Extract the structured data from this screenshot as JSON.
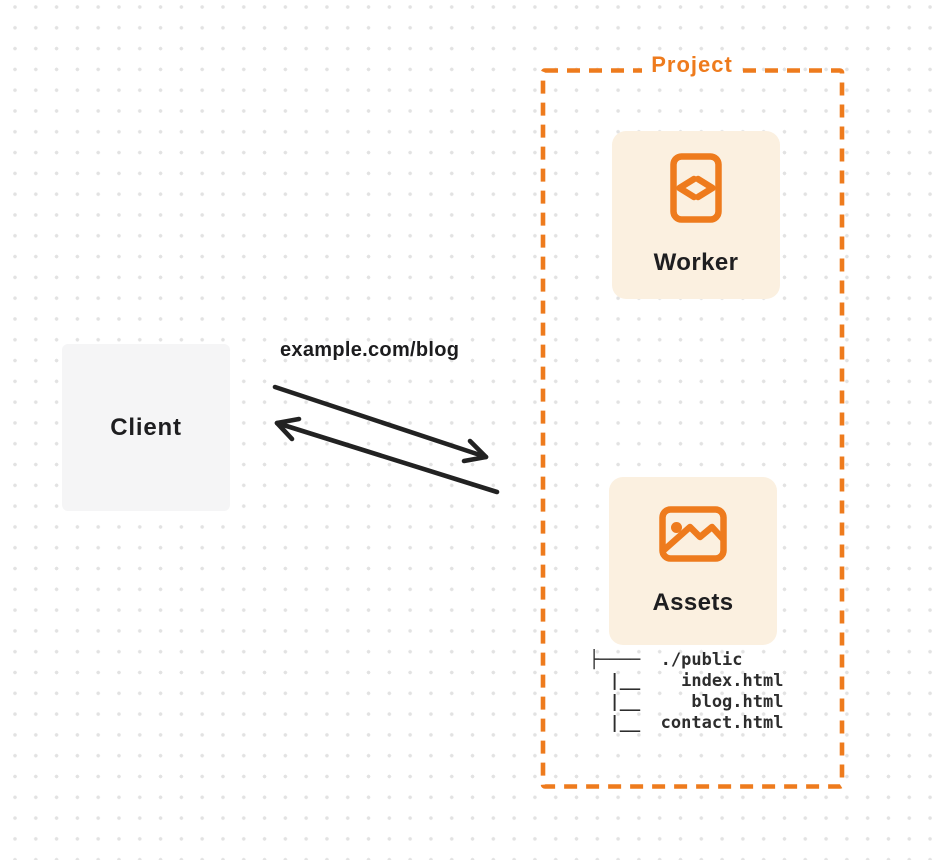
{
  "diagram": {
    "client": {
      "label": "Client"
    },
    "request": {
      "label": "example.com/blog"
    },
    "arrows": {
      "to_project_icon": "arrow-right-down",
      "to_client_icon": "arrow-left-up"
    },
    "project": {
      "label": "Project",
      "worker": {
        "label": "Worker",
        "icon": "code-document-icon"
      },
      "assets": {
        "label": "Assets",
        "icon": "image-icon"
      },
      "file_tree": {
        "lines": [
          "├────  ./public",
          "  |__    index.html",
          "  |__     blog.html",
          "  |__  contact.html"
        ]
      }
    },
    "colors": {
      "accent_orange": "#ee7b1d",
      "card_background": "#fbf0e0",
      "client_background": "#f5f5f6",
      "arrow": "#222222",
      "text_dark": "#1e1e20",
      "dot_grid": "#e2e2e2"
    }
  }
}
